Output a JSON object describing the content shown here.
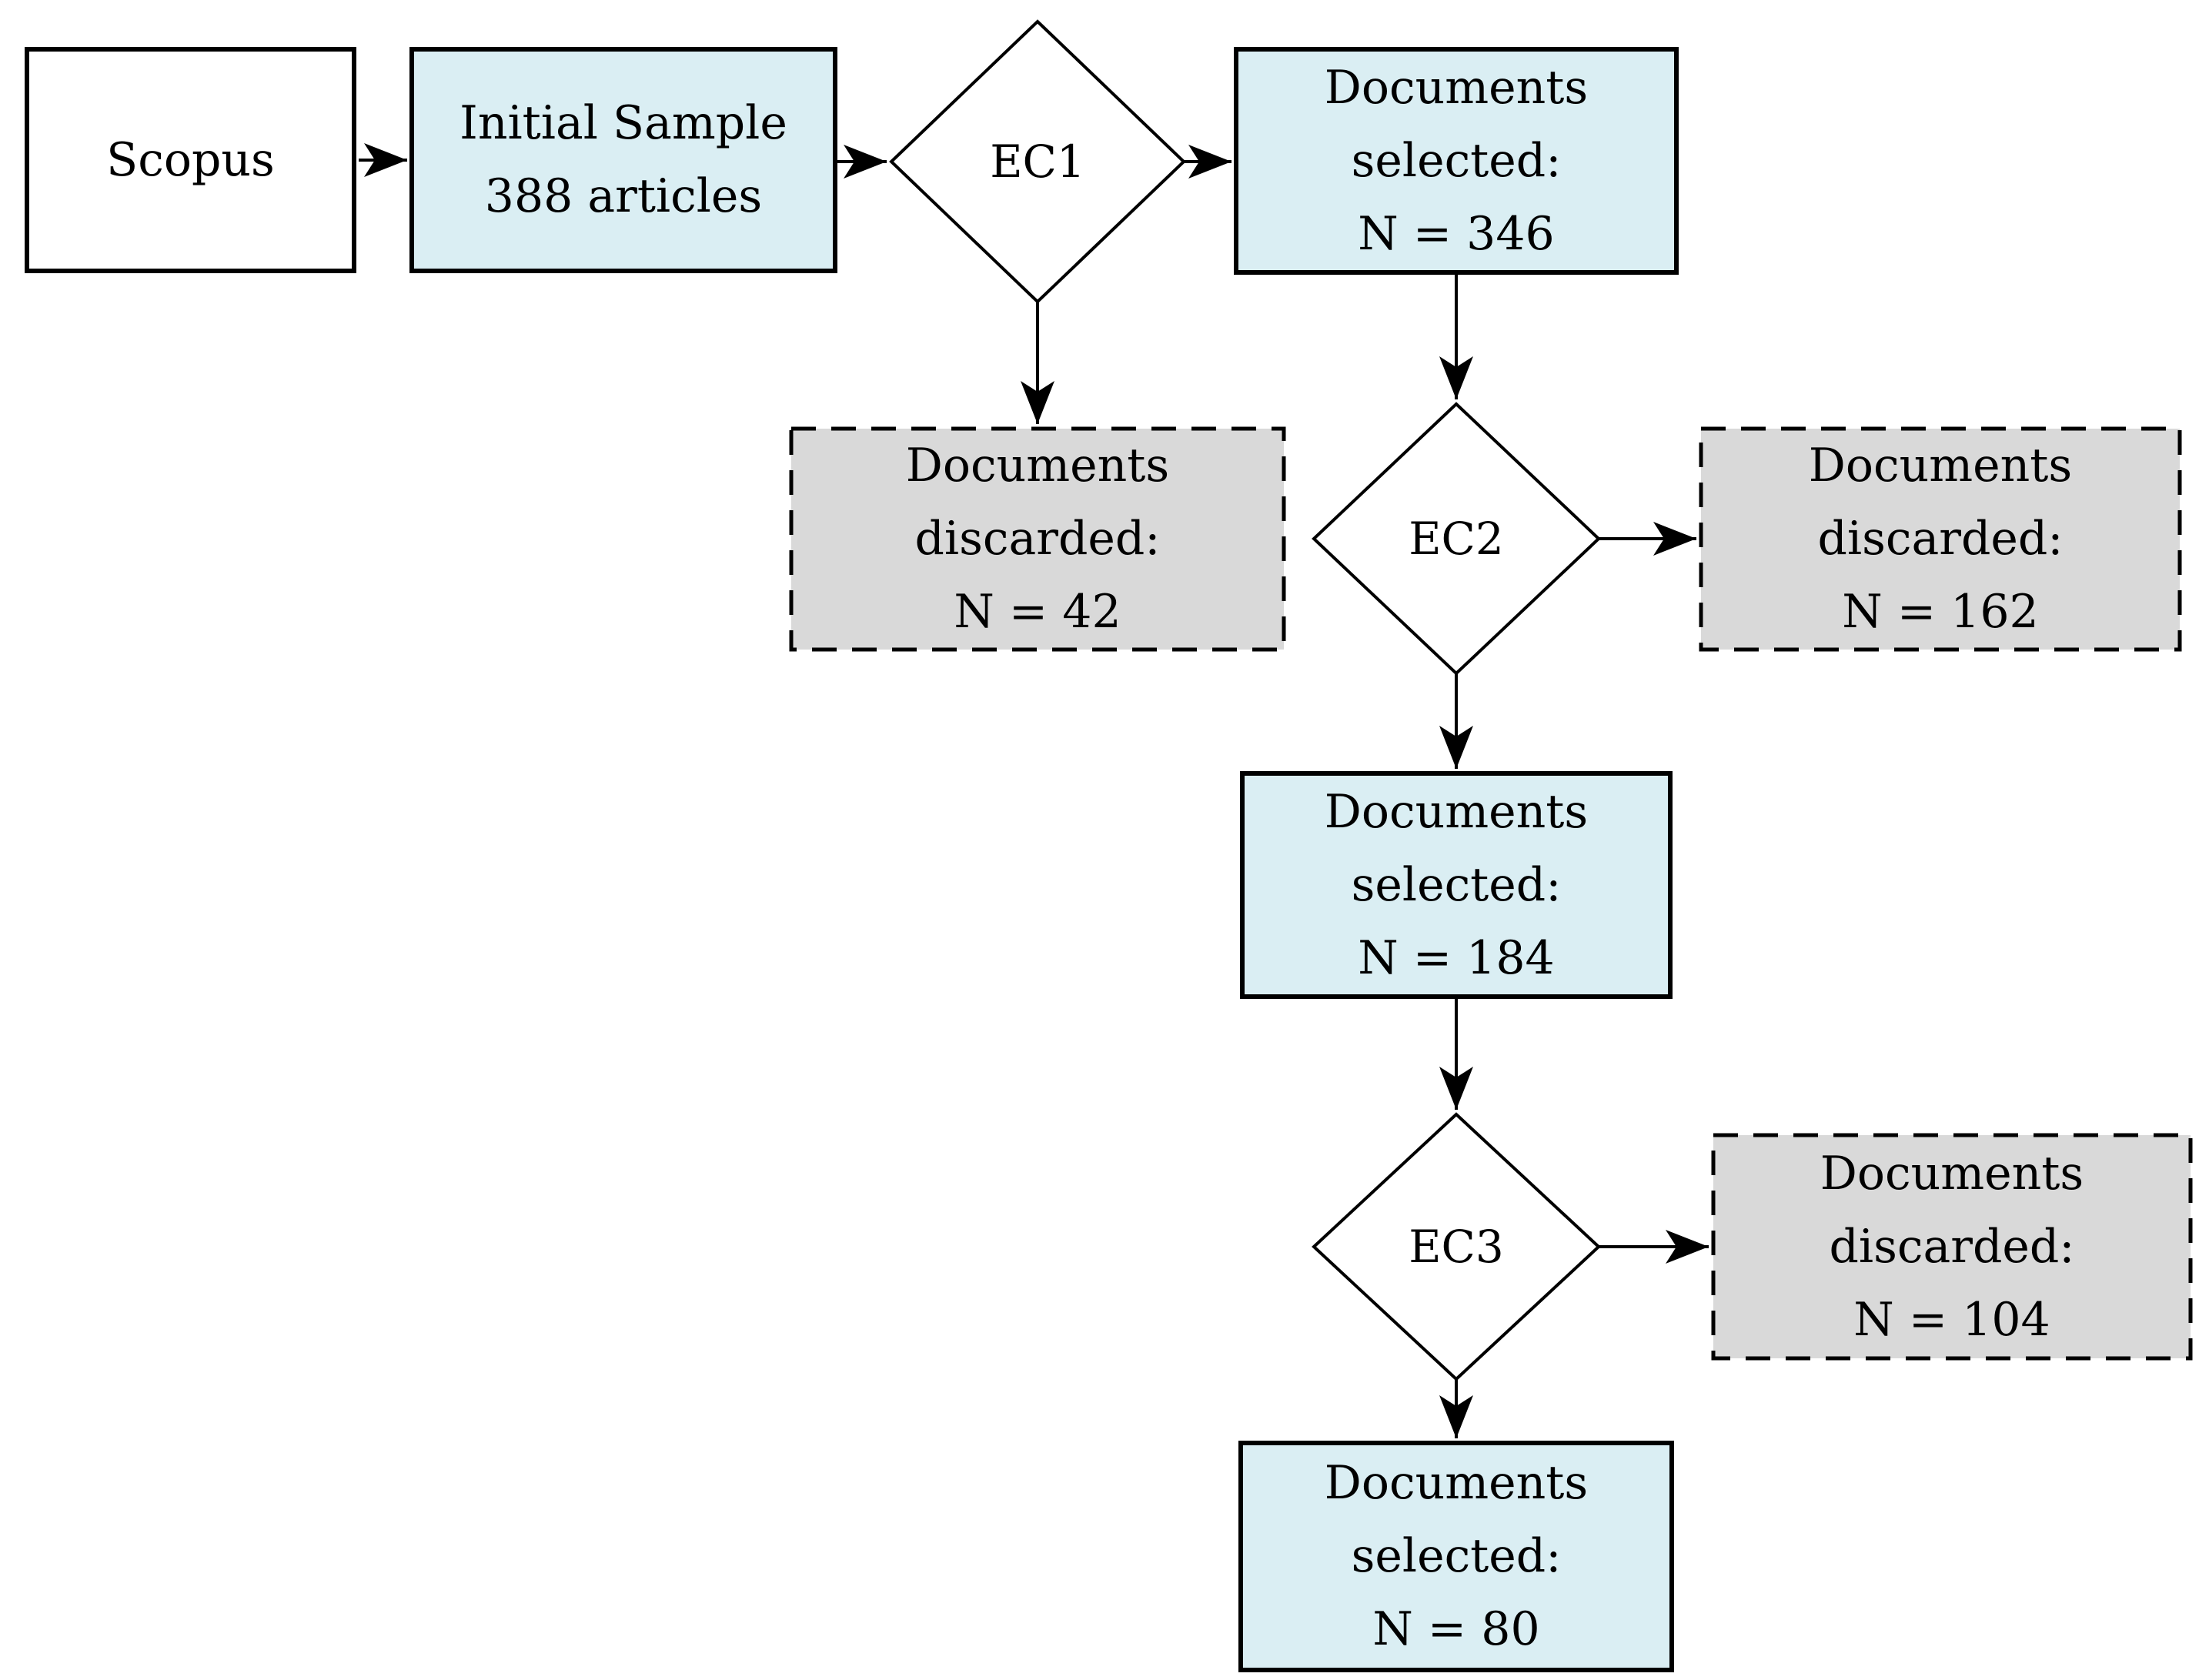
{
  "diagram": {
    "type": "flowchart",
    "nodes": {
      "scopus": {
        "lines": [
          "Scopus"
        ]
      },
      "initial_sample": {
        "lines": [
          "Initial Sample",
          "388 articles"
        ]
      },
      "ec1": {
        "label": "EC1"
      },
      "selected_ec1": {
        "lines": [
          "Documents",
          "selected:",
          "N = 346"
        ]
      },
      "discarded_ec1": {
        "lines": [
          "Documents",
          "discarded:",
          "N = 42"
        ]
      },
      "ec2": {
        "label": "EC2"
      },
      "discarded_ec2": {
        "lines": [
          "Documents",
          "discarded:",
          "N = 162"
        ]
      },
      "selected_ec2": {
        "lines": [
          "Documents",
          "selected:",
          "N = 184"
        ]
      },
      "ec3": {
        "label": "EC3"
      },
      "discarded_ec3": {
        "lines": [
          "Documents",
          "discarded:",
          "N = 104"
        ]
      },
      "selected_ec3": {
        "lines": [
          "Documents",
          "selected:",
          "N = 80"
        ]
      }
    },
    "colors": {
      "source_fill": "#ffffff",
      "selected_fill": "#daeef3",
      "discarded_fill": "#d9d9d9",
      "stroke": "#000000"
    }
  }
}
